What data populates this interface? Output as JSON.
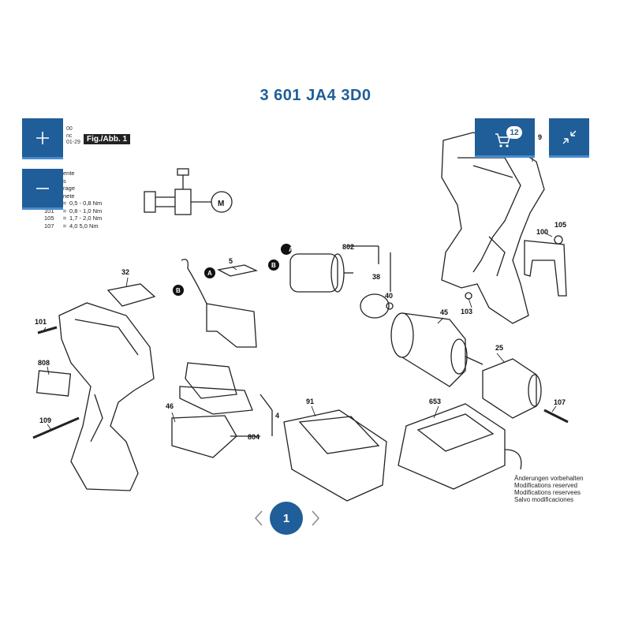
{
  "title": "3 601 JA4 3D0",
  "controls": {
    "cart_count": "12",
    "page_number": "1"
  },
  "figure": {
    "tag": "Fig./Abb. 1",
    "header_lines": [
      "00",
      "nc",
      "01-29"
    ],
    "legend_head": [
      "ente",
      "s",
      "rage",
      "nete"
    ],
    "torque": [
      {
        "k": "",
        "v": "0,5 - 0,8 Nm"
      },
      {
        "k": "101",
        "v": "0,8 - 1,0 Nm"
      },
      {
        "k": "105",
        "v": "1,7 - 2,0 Nm"
      },
      {
        "k": "107",
        "v": "4,0   5,0 Nm"
      }
    ],
    "eq": "="
  },
  "parts": {
    "p9": "9",
    "p105": "105",
    "p100": "100",
    "p103": "103",
    "p802": "802",
    "p38": "38",
    "p40": "40",
    "p45": "45",
    "p25": "25",
    "p107": "107",
    "p32": "32",
    "p5": "5",
    "p101": "101",
    "p808": "808",
    "p109": "109",
    "p46": "46",
    "p804": "804",
    "p4": "4",
    "p91": "91",
    "p653": "653",
    "markA": "A",
    "markB": "B",
    "motor": "M"
  },
  "notice": [
    "Änderungen vorbehalten",
    "Modifications reserved",
    "Modifications reservees",
    "Salvo modificaciones"
  ],
  "colors": {
    "brand": "#1f5e98",
    "accent": "#4a8ccd"
  }
}
